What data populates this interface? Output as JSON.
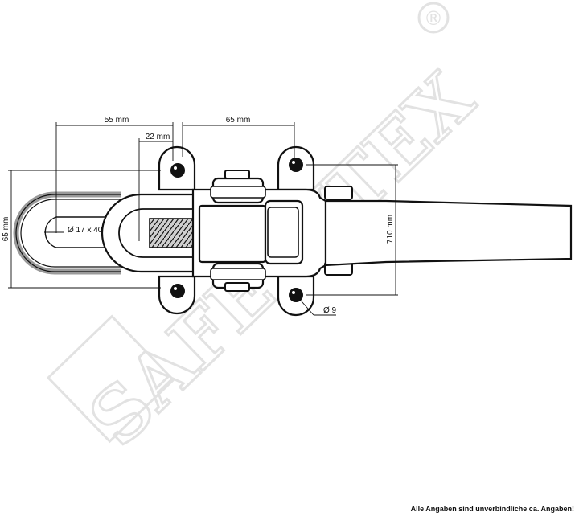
{
  "watermark": {
    "text": "SAFETYTEX",
    "registered": "®",
    "color": "#e4e4e4"
  },
  "dimensions": {
    "d55": "55 mm",
    "d22": "22 mm",
    "d65_top": "65 mm",
    "d65_left": "65 mm",
    "d710": "710 mm",
    "hole": "Ø 9",
    "eye": "Ø 17 x 40"
  },
  "footnote": "Alle Angaben sind unverbindliche ca. Angaben!",
  "colors": {
    "ink": "#111111",
    "eye_outline": "#9a9a9a",
    "background": "#ffffff"
  }
}
